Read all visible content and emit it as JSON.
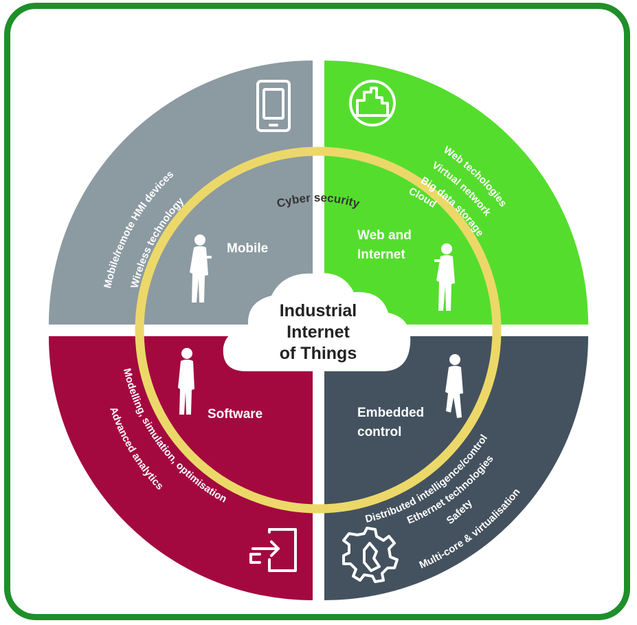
{
  "colors": {
    "frame": "#1f8f2a",
    "mobile": "#8c9aa2",
    "web": "#55dd2e",
    "software": "#a3093f",
    "embedded": "#44525f",
    "ring": "#ecd869",
    "cloud": "#ffffff"
  },
  "center": {
    "line1": "Industrial",
    "line2": "Internet",
    "line3": "of Things"
  },
  "ring": {
    "label": "Cyber security"
  },
  "quadrants": {
    "mobile": {
      "label": "Mobile",
      "icon": "tablet-icon",
      "items": [
        "Mobile/remote HMI devices",
        "Wireless technology"
      ]
    },
    "web": {
      "label_line1": "Web and",
      "label_line2": "Internet",
      "icon": "city-skyline-icon",
      "items": [
        "Web techologies",
        "Virtual network",
        "Big data storage",
        "Cloud"
      ]
    },
    "software": {
      "label": "Software",
      "icon": "login-door-icon",
      "items": [
        "Modelling, simulation, optimisation",
        "Advanced analytics"
      ]
    },
    "embedded": {
      "label_line1": "Embedded",
      "label_line2": "control",
      "icon": "gear-hand-icon",
      "items": [
        "Distributed intelligence/control",
        "Ethernet technologies",
        "Safety",
        "Multi-core & virtualisation"
      ]
    }
  }
}
